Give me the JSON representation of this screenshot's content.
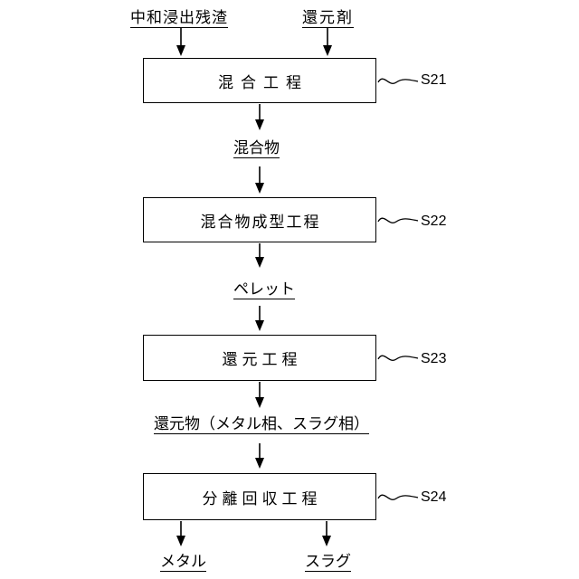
{
  "figure": {
    "inputs": [
      {
        "label": "中和浸出残渣"
      },
      {
        "label": "還元剤"
      }
    ],
    "steps": [
      {
        "name": "混合工程",
        "ref": "S21"
      },
      {
        "name": "混合物成型工程",
        "ref": "S22"
      },
      {
        "name": "還元工程",
        "ref": "S23"
      },
      {
        "name": "分離回収工程",
        "ref": "S24"
      }
    ],
    "intermediates": [
      {
        "label": "混合物"
      },
      {
        "label": "ペレット"
      },
      {
        "label": "還元物（メタル相、スラグ相）"
      }
    ],
    "outputs": [
      {
        "label": "メタル"
      },
      {
        "label": "スラグ"
      }
    ],
    "colors": {
      "line": "#000000",
      "background": "#ffffff"
    }
  }
}
